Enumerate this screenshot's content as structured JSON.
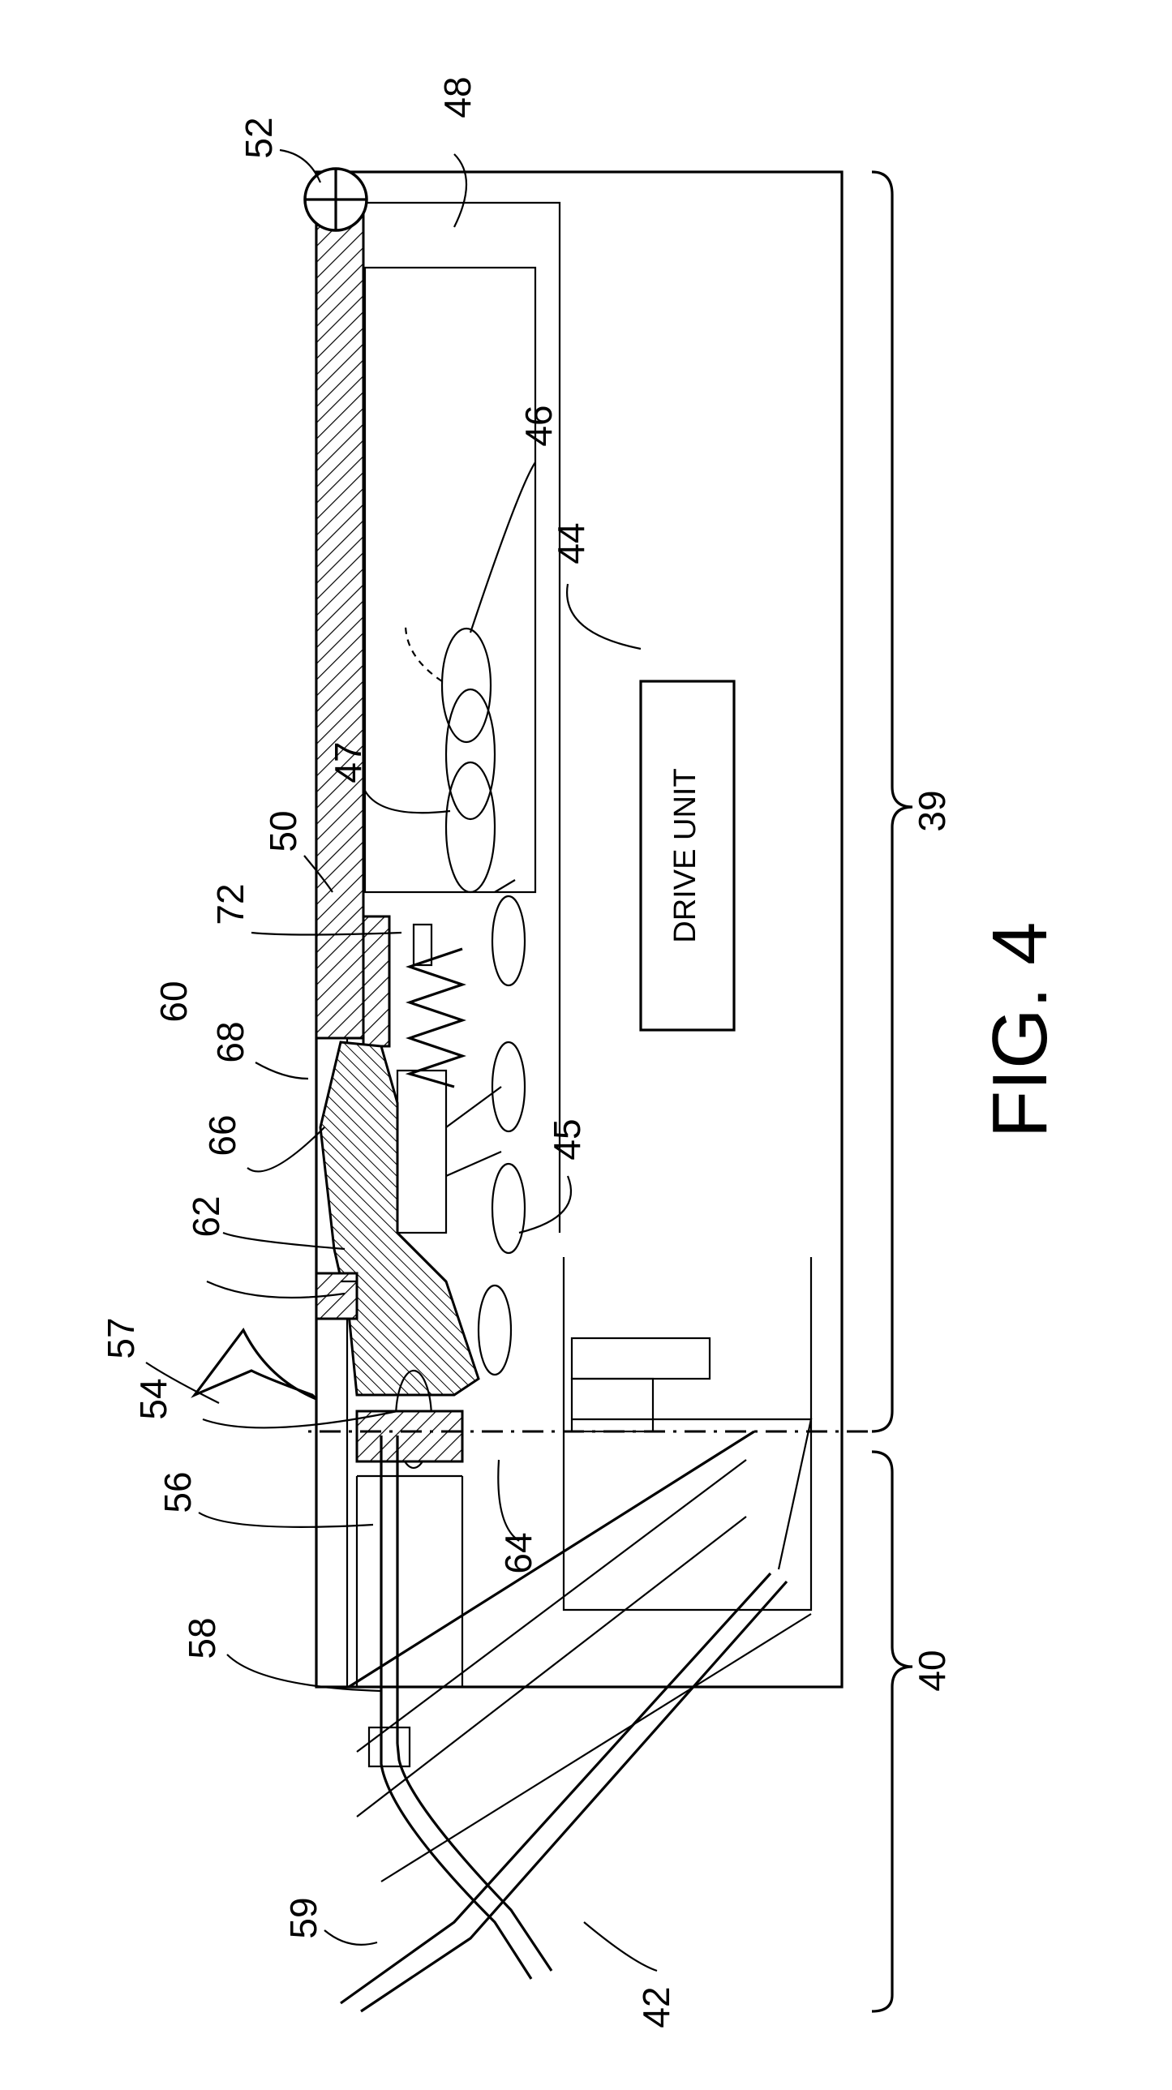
{
  "figure": {
    "caption": "FIG. 4",
    "drive_unit_text": "DRIVE UNIT"
  },
  "labels": [
    {
      "id": "52",
      "text": "52"
    },
    {
      "id": "48",
      "text": "48"
    },
    {
      "id": "46",
      "text": "46"
    },
    {
      "id": "44",
      "text": "44"
    },
    {
      "id": "47",
      "text": "47"
    },
    {
      "id": "50",
      "text": "50"
    },
    {
      "id": "72",
      "text": "72"
    },
    {
      "id": "60",
      "text": "60"
    },
    {
      "id": "68",
      "text": "68"
    },
    {
      "id": "66",
      "text": "66"
    },
    {
      "id": "62",
      "text": "62"
    },
    {
      "id": "45",
      "text": "45"
    },
    {
      "id": "57",
      "text": "57"
    },
    {
      "id": "54",
      "text": "54"
    },
    {
      "id": "56",
      "text": "56"
    },
    {
      "id": "64",
      "text": "64"
    },
    {
      "id": "58",
      "text": "58"
    },
    {
      "id": "59",
      "text": "59"
    },
    {
      "id": "42",
      "text": "42"
    },
    {
      "id": "39",
      "text": "39"
    },
    {
      "id": "40",
      "text": "40"
    }
  ]
}
